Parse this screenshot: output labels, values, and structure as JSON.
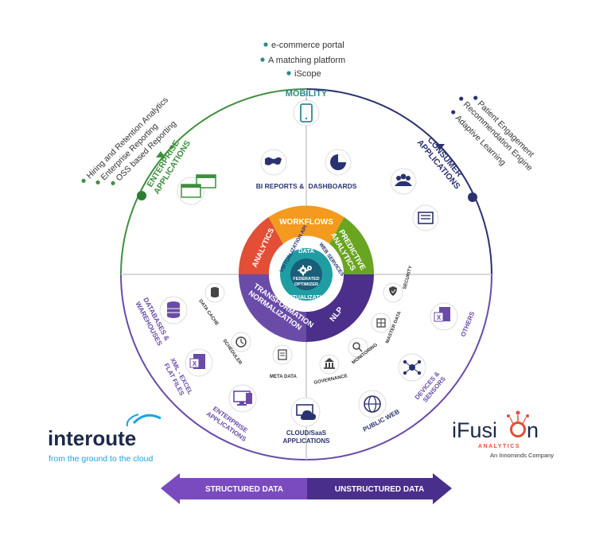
{
  "top_list": [
    "e-commerce portal",
    "A matching platform",
    "iScope"
  ],
  "left_list": [
    "Hiring and Retention Analytics",
    "Enterprise Reporting",
    "OSS based Reporting"
  ],
  "right_list": [
    "Patient Engagement",
    "Recommendation Engine",
    "Adaptive Learning"
  ],
  "outer_labels": {
    "mobility": "MOBILITY",
    "enterprise_line1": "ENTERPRISE",
    "enterprise_line2": "APPLICATIONS",
    "consumer_line1": "CONSUMER",
    "consumer_line2": "APPLICATIONS"
  },
  "upper_inner": {
    "bi_reports": "BI REPORTS &",
    "dashboards": "DASHBOARDS"
  },
  "ring_segments": {
    "workflows": "WORKFLOWS",
    "analytics": "ANALYTICS",
    "predictive_line1": "PREDICTIVE",
    "predictive_line2": "ANALYTICS",
    "transformation_line1": "TRANSFORMATION",
    "transformation_line2": "NORMALIZATION",
    "nlp": "NLP"
  },
  "core": {
    "data": "DATA",
    "virtualization_api": "VIRTUALIZATION API",
    "web_services": "WEB SERVICES",
    "federated_line1": "FEDERATED",
    "federated_line2": "OPTIMIZER",
    "virtualization": "VIRTUALIZATION"
  },
  "lower_left": {
    "data_cache": "DATA CACHE",
    "databases_line1": "DATABASES &",
    "databases_line2": "WAREHOUSES",
    "scheduler": "SCHEDULER",
    "xml_line1": "XML - EXCEL",
    "xml_line2": "FLAT FILES",
    "meta_data": "META DATA",
    "enterprise_line1": "ENTERPRISE",
    "enterprise_line2": "APPLICATIONS"
  },
  "lower_right": {
    "security": "SECURITY",
    "master_data": "MASTER DATA",
    "monitoring": "MONITORING",
    "governance": "GOVERNANCE",
    "others": "OTHERS",
    "devices_line1": "DEVICES &",
    "devices_line2": "SENSORS",
    "public_web": "PUBLIC WEB"
  },
  "cloud": {
    "line1": "CLOUD/SaaS",
    "line2": "APPLICATIONS"
  },
  "arrows": {
    "structured": "STRUCTURED DATA",
    "unstructured": "UNSTRUCTURED DATA"
  },
  "interoute": {
    "name": "interoute",
    "tagline": "from the ground to the cloud"
  },
  "ifusion": {
    "name_a": "iFusi",
    "name_b": "n",
    "sub": "ANALYTICS",
    "company": "An Innominds Company"
  },
  "colors": {
    "green": "#3f8f3f",
    "teal": "#2e8a8f",
    "navy": "#2b3270",
    "purple": "#4b2f8a",
    "purple_mid": "#6a4ba8",
    "orange": "#f39a1f",
    "red": "#e24e36",
    "lime": "#6aa521",
    "core_teal": "#1e9ea3",
    "blue": "#1f6fb2"
  },
  "icons": [
    "phone-icon",
    "map-icon",
    "pie-chart-icon",
    "users-icon",
    "newspaper-icon",
    "browser-windows-icon",
    "gear-icon",
    "database-icon",
    "clock-icon",
    "file-x-icon",
    "document-icon",
    "desktop-icon",
    "cloud-laptop-icon",
    "globe-icon",
    "devices-icon",
    "bank-icon",
    "magnifier-icon",
    "grid-icon",
    "shield-icon"
  ]
}
